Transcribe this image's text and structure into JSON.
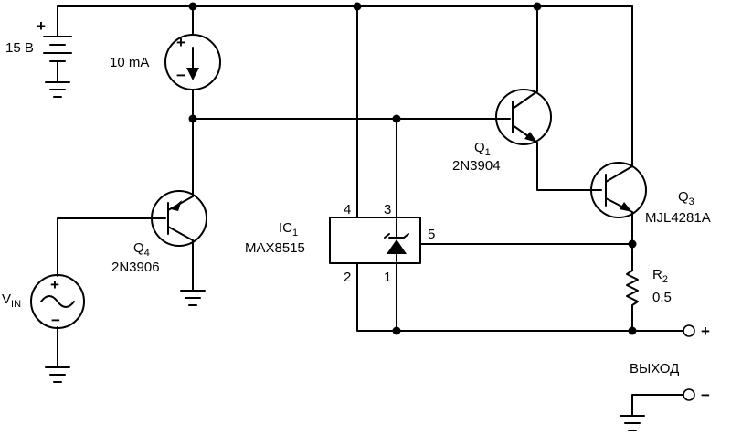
{
  "battery": {
    "label": "15 В",
    "plus": "+"
  },
  "current_source": {
    "label": "10 mA",
    "plus": "+",
    "minus": "−"
  },
  "vin_source": {
    "label": "V",
    "sub": "IN",
    "plus": "+",
    "minus": "−"
  },
  "q1": {
    "ref": "Q",
    "ref_sub": "1",
    "part": "2N3904"
  },
  "q3": {
    "ref": "Q",
    "ref_sub": "3",
    "part": "MJL4281A"
  },
  "q4": {
    "ref": "Q",
    "ref_sub": "4",
    "part": "2N3906"
  },
  "ic1": {
    "ref": "IC",
    "ref_sub": "1",
    "part": "MAX8515",
    "pins": {
      "p4": "4",
      "p3": "3",
      "p5": "5",
      "p2": "2",
      "p1": "1"
    }
  },
  "r2": {
    "ref": "R",
    "ref_sub": "2",
    "value": "0.5"
  },
  "output": {
    "label": "ВЫХОД",
    "plus": "+",
    "minus": "−"
  }
}
